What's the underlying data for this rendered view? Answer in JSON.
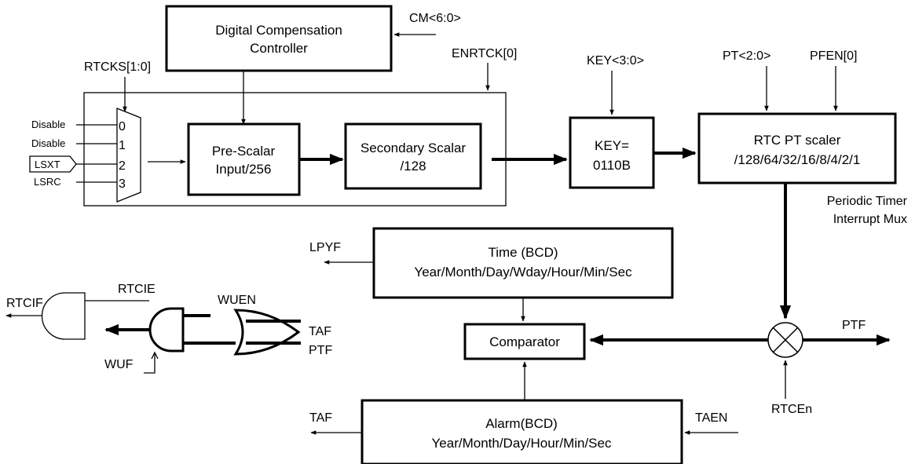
{
  "blocks": {
    "dcc_line1": "Digital Compensation",
    "dcc_line2": "Controller",
    "prescalar_line1": "Pre-Scalar",
    "prescalar_line2": "Input/256",
    "secondary_line1": "Secondary Scalar",
    "secondary_line2": "/128",
    "key_line1": "KEY=",
    "key_line2": "0110B",
    "ptscaler_line1": "RTC PT scaler",
    "ptscaler_line2": "/128/64/32/16/8/4/2/1",
    "time_line1": "Time (BCD)",
    "time_line2": "Year/Month/Day/Wday/Hour/Min/Sec",
    "comparator": "Comparator",
    "alarm_line1": "Alarm(BCD)",
    "alarm_line2": "Year/Month/Day/Hour/Min/Sec"
  },
  "signals": {
    "cm": "CM<6:0>",
    "enrtck": "ENRTCK[0]",
    "rtcks": "RTCKS[1:0]",
    "key": "KEY<3:0>",
    "pt": "PT<2:0>",
    "pfen": "PFEN[0]",
    "ptim_line1": "Periodic Timer",
    "ptim_line2": "Interrupt Mux",
    "lpyf": "LPYF",
    "rtcif": "RTCIF",
    "rtcie": "RTCIE",
    "wuen": "WUEN",
    "taf_gate": "TAF",
    "ptf_gate": "PTF",
    "wuf": "WUF",
    "ptf_out": "PTF",
    "rtcen": "RTCEn",
    "taf_out": "TAF",
    "taen": "TAEN"
  },
  "mux_inputs": {
    "in0": "Disable",
    "in1": "Disable",
    "in2": "LSXT",
    "in3": "LSRC",
    "sel0": "0",
    "sel1": "1",
    "sel2": "2",
    "sel3": "3"
  }
}
